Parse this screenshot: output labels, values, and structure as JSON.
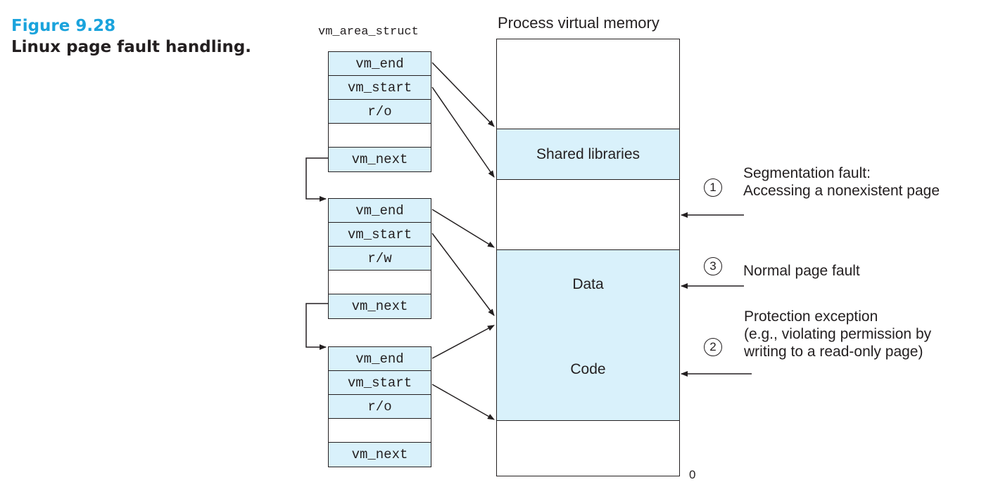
{
  "caption": {
    "figure_number": "Figure 9.28",
    "title": "Linux page fault handling."
  },
  "struct_label": "vm_area_struct",
  "memory_label": "Process virtual memory",
  "structs": [
    {
      "rows": [
        "vm_end",
        "vm_start",
        "r/o",
        "",
        "vm_next"
      ]
    },
    {
      "rows": [
        "vm_end",
        "vm_start",
        "r/w",
        "",
        "vm_next"
      ]
    },
    {
      "rows": [
        "vm_end",
        "vm_start",
        "r/o",
        "",
        "vm_next"
      ]
    }
  ],
  "segments": {
    "shared": "Shared libraries",
    "data": "Data",
    "code": "Code"
  },
  "address_zero": "0",
  "faults": [
    {
      "number": "1",
      "text": "Segmentation fault:\nAccessing a nonexistent page"
    },
    {
      "number": "3",
      "text": "Normal page fault"
    },
    {
      "number": "2",
      "text": "Protection exception\n(e.g., violating permission by\nwriting to a read-only page)"
    }
  ],
  "colors": {
    "accent": "#1aa3dc",
    "fill": "#d9f1fb",
    "ink": "#231f20"
  }
}
